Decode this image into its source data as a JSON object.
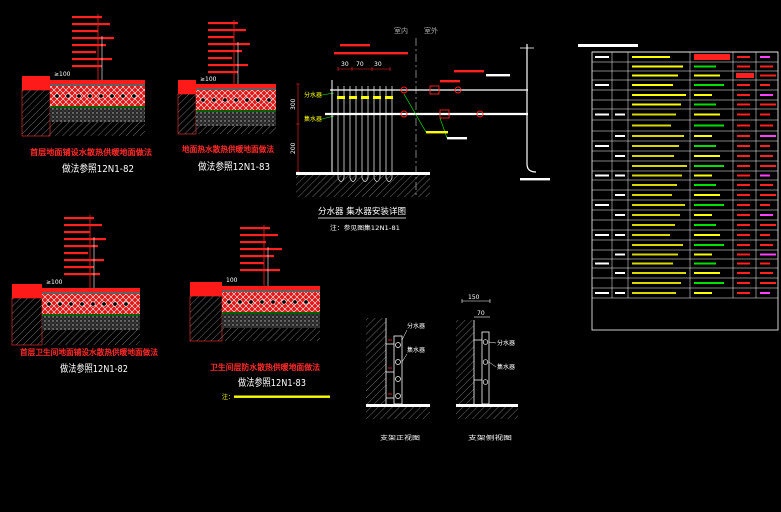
{
  "palette": {
    "background": "#000000",
    "red": "#ff2020",
    "yellow": "#ffff00",
    "green": "#00ff00",
    "white": "#ffffff",
    "gray": "#8a8a8a"
  },
  "details": [
    {
      "title": "首层地面铺设水散热供暖地面做法",
      "reference": "做法参照12N1-82",
      "dim": "≥100"
    },
    {
      "title": "地面热水散热供暖地面做法",
      "reference": "做法参照12N1-83",
      "dim": "≥100"
    },
    {
      "title": "首层卫生间地面铺设水散热供暖地面做法",
      "reference": "做法参照12N1-82",
      "dim": "≥100"
    },
    {
      "title": "卫生间层防水散热供暖地面做法",
      "reference": "做法参照12N1-83",
      "dim": "100",
      "note_prefix": "注："
    }
  ],
  "manifold": {
    "indoor": "室内",
    "outdoor": "室外",
    "title": "分水器 集水器安装详图",
    "note": "注：参见图集12N1-81",
    "label_supply": "分水器",
    "label_return": "集水器",
    "dims_top": [
      "30",
      "70",
      "30"
    ],
    "dims_left": [
      "300",
      "200"
    ]
  },
  "brackets": {
    "left": {
      "label_top": "分水器",
      "label_bottom": "集水器",
      "caption": "支架正视图"
    },
    "right": {
      "label_top": "分水器",
      "label_bottom": "集水器",
      "caption": "支架侧视图",
      "dim_width": "150",
      "dim_offset": "70"
    }
  }
}
